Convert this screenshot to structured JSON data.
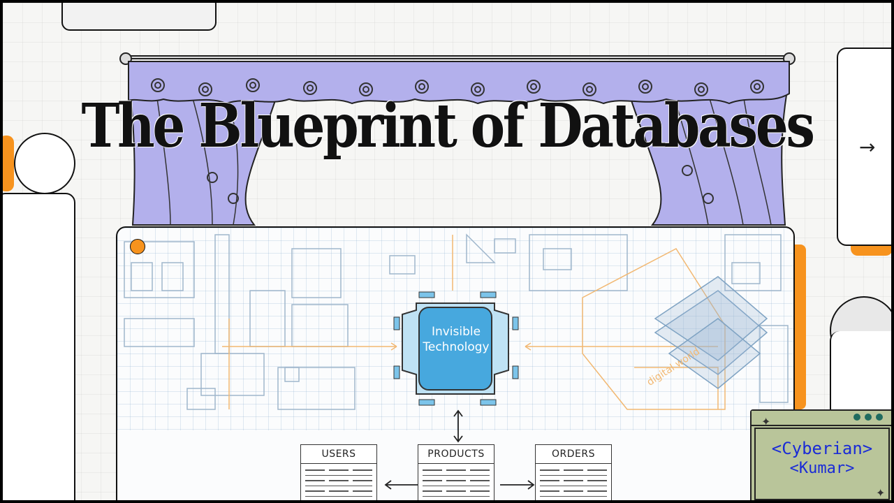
{
  "title": "The Blueprint of Databases",
  "center_label": "Invisible Technology",
  "digital_label": "digital world",
  "tables": [
    {
      "name": "USERS"
    },
    {
      "name": "PRODUCTS"
    },
    {
      "name": "ORDERS"
    }
  ],
  "badge": {
    "line1": "<Cyberian>",
    "line2": "<Kumar>"
  },
  "next_arrow": "→",
  "colors": {
    "accent": "#f7931e",
    "curtain": "#b3b0ec",
    "chip": "#47a8de",
    "badge_bg": "#b9c59a",
    "badge_text": "#1a2bd6"
  }
}
